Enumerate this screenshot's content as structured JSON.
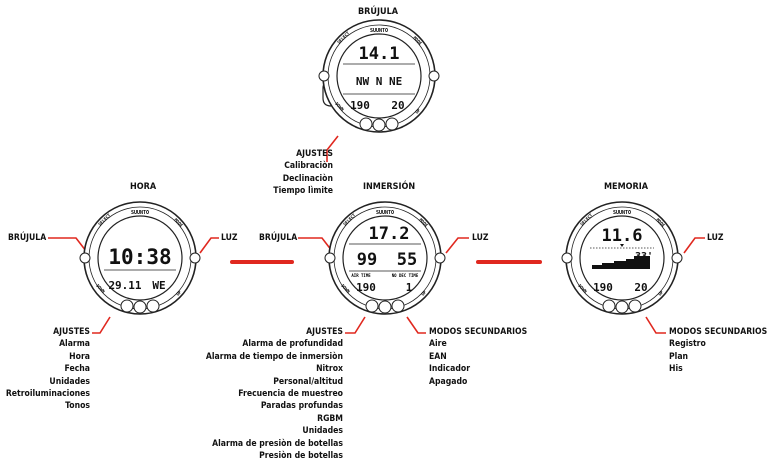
{
  "titles": {
    "brujula": "BRÚJULA",
    "hora": "HORA",
    "inmersion": "INMERSIÓN",
    "memoria": "MEMORIA"
  },
  "brujula_settings": {
    "header": "AJUSTES",
    "items": [
      "Calibraciòn",
      "Declinaciòn",
      "Tiempo lìmite"
    ]
  },
  "hora": {
    "left_label": "BRÚJULA",
    "right_label": "LUZ",
    "settings_header": "AJUSTES",
    "settings": [
      "Alarma",
      "Hora",
      "Fecha",
      "Unidades",
      "Retroiluminaciones",
      "Tonos"
    ]
  },
  "inmersion": {
    "left_label": "BRÚJULA",
    "right_label": "LUZ",
    "settings_header": "AJUSTES",
    "settings": [
      "Alarma de profundidad",
      "Alarma de tiempo de inmersiòn",
      "Nitrox",
      "Personal/altitud",
      "Frecuencia de muestreo",
      "Paradas profundas",
      "RGBM",
      "Unidades",
      "Alarma de presiòn de botellas",
      "Presiòn de botellas"
    ],
    "secondary_header": "MODOS SECUNDARIOS",
    "secondary": [
      "Aire",
      "EAN",
      "Indicador",
      "Apagado"
    ]
  },
  "memoria": {
    "right_label": "LUZ",
    "secondary_header": "MODOS SECUNDARIOS",
    "secondary": [
      "Registro",
      "Plan",
      "His"
    ]
  },
  "watch": {
    "brand": "SUUNTO",
    "btn_select": "SELECT",
    "btn_mode": "MODE",
    "btn_down": "DOWN",
    "btn_up": "UP"
  },
  "screens": {
    "compass": {
      "depth": "14.1",
      "heading": "NW  N  NE",
      "pressure": "190",
      "temp": "20"
    },
    "time": {
      "time": "10:38",
      "date": "29.11",
      "day": "WE"
    },
    "dive": {
      "depth": "17.2",
      "left": "99",
      "right": "55",
      "air_label": "AIR TIME",
      "nodec_label": "NO DEC TIME",
      "pressure": "190",
      "right_bottom": "1"
    },
    "memory": {
      "depth": "11.6",
      "time": "33'",
      "pressure": "190",
      "temp": "20"
    }
  },
  "colors": {
    "accent": "#e0281f"
  }
}
